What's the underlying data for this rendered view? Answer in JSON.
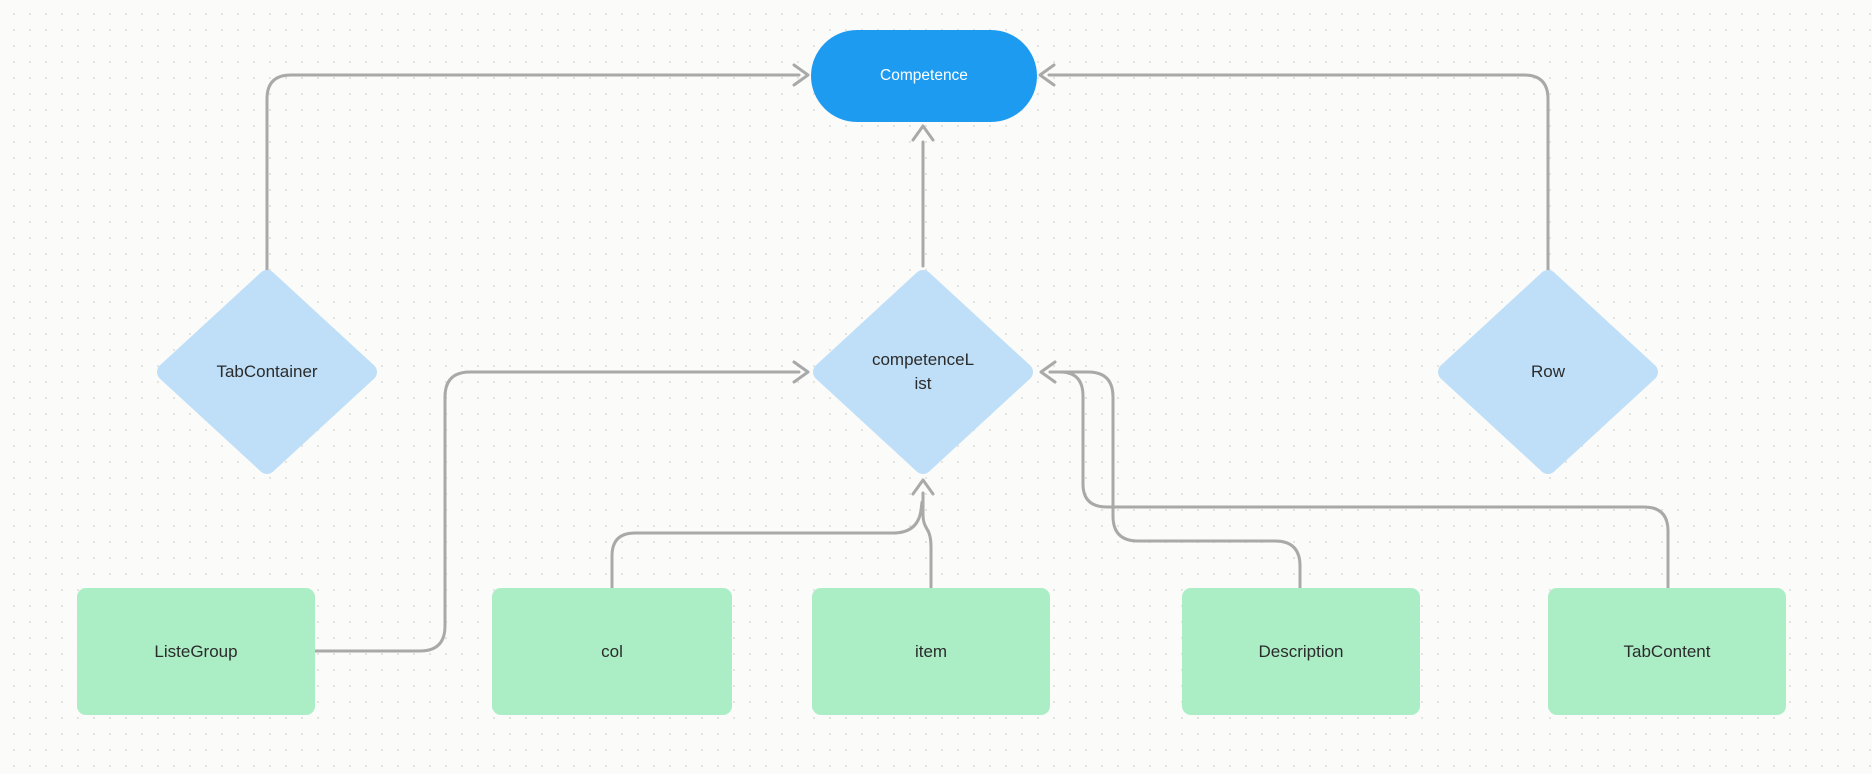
{
  "colors": {
    "bg": "#fbfbf9",
    "dot": "#e4e4e1",
    "line": "#a9a9a9",
    "blue": "#1d9bf0",
    "lightblue": "#bedff7",
    "green": "#abeec6",
    "text": "#2b2b2b",
    "text-light": "#ffffff"
  },
  "diagram": {
    "nodes": [
      {
        "id": "competence",
        "label": "Competence",
        "shape": "pill"
      },
      {
        "id": "tabcontainer",
        "label": "TabContainer",
        "shape": "diamond"
      },
      {
        "id": "competencelist",
        "label": "competenceList",
        "shape": "diamond"
      },
      {
        "id": "row",
        "label": "Row",
        "shape": "diamond"
      },
      {
        "id": "listegroup",
        "label": "ListeGroup",
        "shape": "rectangle"
      },
      {
        "id": "col",
        "label": "col",
        "shape": "rectangle"
      },
      {
        "id": "item",
        "label": "item",
        "shape": "rectangle"
      },
      {
        "id": "description",
        "label": "Description",
        "shape": "rectangle"
      },
      {
        "id": "tabcontent",
        "label": "TabContent",
        "shape": "rectangle"
      }
    ],
    "edges": [
      {
        "from": "TabContainer",
        "to": "Competence"
      },
      {
        "from": "competenceList",
        "to": "Competence"
      },
      {
        "from": "Row",
        "to": "Competence"
      },
      {
        "from": "ListeGroup",
        "to": "competenceList"
      },
      {
        "from": "col",
        "to": "competenceList"
      },
      {
        "from": "item",
        "to": "competenceList"
      },
      {
        "from": "Description",
        "to": "competenceList"
      },
      {
        "from": "TabContent",
        "to": "competenceList"
      }
    ]
  }
}
